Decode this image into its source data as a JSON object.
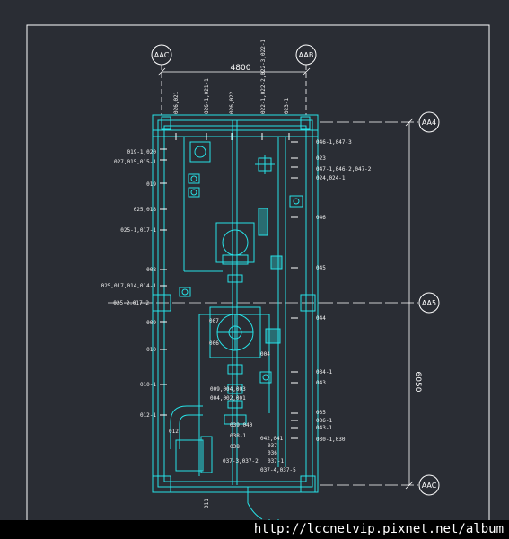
{
  "drawing": {
    "grid_bubbles": {
      "top_left": "AAC",
      "top_right": "AAB",
      "right_top": "AA4",
      "right_mid": "AA5",
      "right_bottom": "AAC"
    },
    "dimensions": {
      "horizontal": "4800",
      "vertical": "6050"
    },
    "top_labels": [
      "026,021",
      "026-1,021-1",
      "026,022",
      "022-1,022-2,022-3,022-1",
      "023-1"
    ],
    "left_labels": [
      "019-1,020",
      "027,015,015-1",
      "019",
      "025,018",
      "025-1,017-1",
      "008",
      "025,017,014,014-1",
      "025-2,017-2",
      "009",
      "010",
      "010-1",
      "012-1"
    ],
    "right_labels": [
      "046-1,047-3",
      "023",
      "047-1,046-2,047-2",
      "024,024-1",
      "046",
      "045",
      "044",
      "034-1",
      "043",
      "035",
      "036-1",
      "043-1",
      "030-1,030"
    ],
    "inner_labels": [
      "007",
      "006",
      "004",
      "009,004,003",
      "004,002,001",
      "039,040",
      "038-1",
      "038",
      "037-3,037-2",
      "042,041",
      "037",
      "036",
      "037-1",
      "037-4,037-5",
      "012"
    ],
    "bottom_label": "011"
  },
  "watermark": "http://lccnetvip.pixnet.net/album"
}
